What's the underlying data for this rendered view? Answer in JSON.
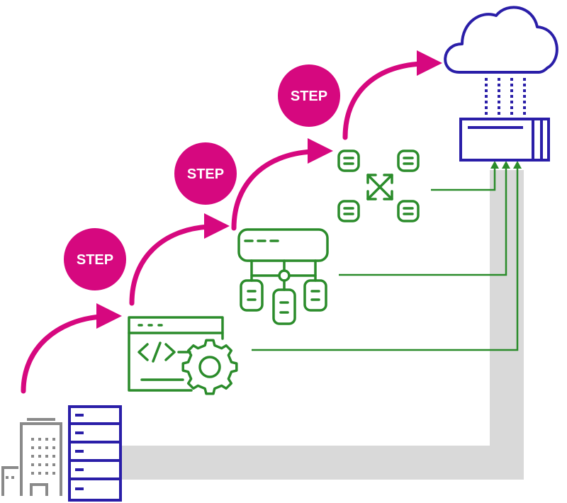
{
  "steps": [
    {
      "label": "STEP"
    },
    {
      "label": "STEP"
    },
    {
      "label": "STEP"
    }
  ],
  "nodes": {
    "on_premises": {
      "icon": "building-and-server-rack-icon"
    },
    "stage_1": {
      "icon": "code-window-with-gear-icon"
    },
    "stage_2": {
      "icon": "hierarchy-panel-icon"
    },
    "stage_3": {
      "icon": "distributed-nodes-icon"
    },
    "cloud": {
      "icon": "cloud-with-server-icon"
    }
  },
  "colors": {
    "accent": "#d6087f",
    "green": "#2b8c2b",
    "navy": "#2a1ea8",
    "gray_building": "#8a8a8a",
    "track": "#d9d9d9"
  }
}
